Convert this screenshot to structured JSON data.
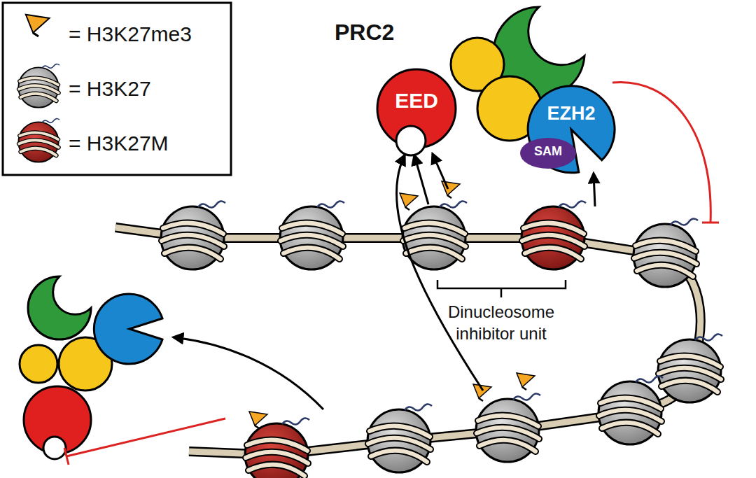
{
  "diagram": {
    "nodes": [
      {
        "text": [
          "EED"
        ]
      },
      {
        "text": [
          "EZH2"
        ]
      },
      {
        "text": [
          "SAM"
        ],
        "in": 1
      }
    ],
    "labels": [
      "PRC2",
      "Dinucleosome inhibitor unit"
    ],
    "legend": [
      {
        "text": "= H3K27me3"
      },
      {
        "text": "= H3K27"
      },
      {
        "text": "= H3K27M"
      }
    ]
  }
}
